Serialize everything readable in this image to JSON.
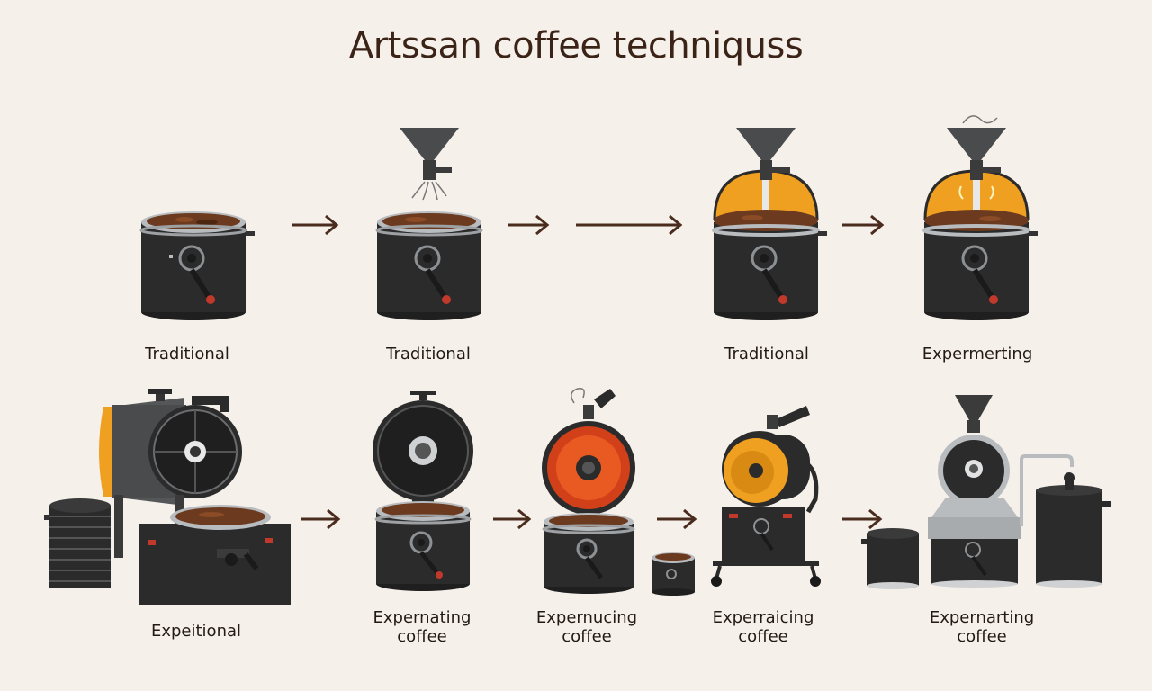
{
  "title": "Artssan coffee techniquss",
  "palette": {
    "background": "#f6f0ea",
    "machine_body": "#2b2b2c",
    "steel": "#b9bcbf",
    "beans": "#6b3a1f",
    "heat_orange": "#f0a020",
    "flame_red": "#d2401a",
    "arrow": "#4a2c1e"
  },
  "row1": {
    "captions": [
      "Traditional",
      "Traditional",
      "Traditional",
      "Expermerting"
    ]
  },
  "row2": {
    "captions": [
      [
        "Expeitional"
      ],
      [
        "Expernating",
        "coffee"
      ],
      [
        "Expernucing",
        "coffee"
      ],
      [
        "Experraicing",
        "coffee"
      ],
      [
        "Expernarting",
        "coffee"
      ]
    ]
  }
}
